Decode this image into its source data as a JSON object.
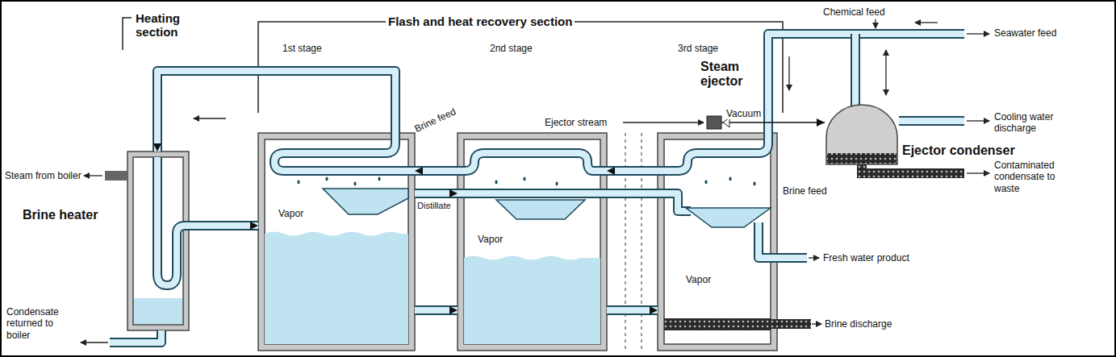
{
  "diagram": {
    "nodes": [
      {
        "text": [
          "Brine heater"
        ]
      },
      {
        "text": [
          "1st stage"
        ]
      },
      {
        "text": [
          "2nd stage"
        ]
      },
      {
        "text": [
          "3rd stage"
        ]
      },
      {
        "text": [
          "Steam ejector"
        ]
      },
      {
        "text": [
          "Ejector condenser"
        ]
      }
    ],
    "edges": [
      {
        "from": 0,
        "to": 1,
        "arrow": "to"
      },
      {
        "from": 1,
        "to": 2,
        "arrow": "to"
      },
      {
        "from": 2,
        "to": 3,
        "arrow": "to"
      },
      {
        "from": 3,
        "to": 2,
        "arrow": "to"
      },
      {
        "from": 2,
        "to": 1,
        "arrow": "to"
      },
      {
        "from": 1,
        "to": 0,
        "arrow": "to"
      },
      {
        "from": 4,
        "to": 5,
        "arrow": "to"
      },
      {
        "from": 1,
        "to": 2,
        "label": "Distillate",
        "arrow": "to"
      },
      {
        "from": 2,
        "to": 3,
        "arrow": "none"
      }
    ],
    "labels": [
      "Heating section",
      "Flash and heat recovery section",
      "Chemical feed",
      "Seawater feed",
      "Cooling water discharge",
      "Contaminated condensate to waste",
      "Fresh water product",
      "Brine discharge",
      "Ejector stream",
      "Vacuum",
      "Brine feed",
      "Brine feed",
      "Vapor",
      "Vapor",
      "Vapor",
      "Steam from boiler",
      "Condensate returned to boiler"
    ]
  }
}
